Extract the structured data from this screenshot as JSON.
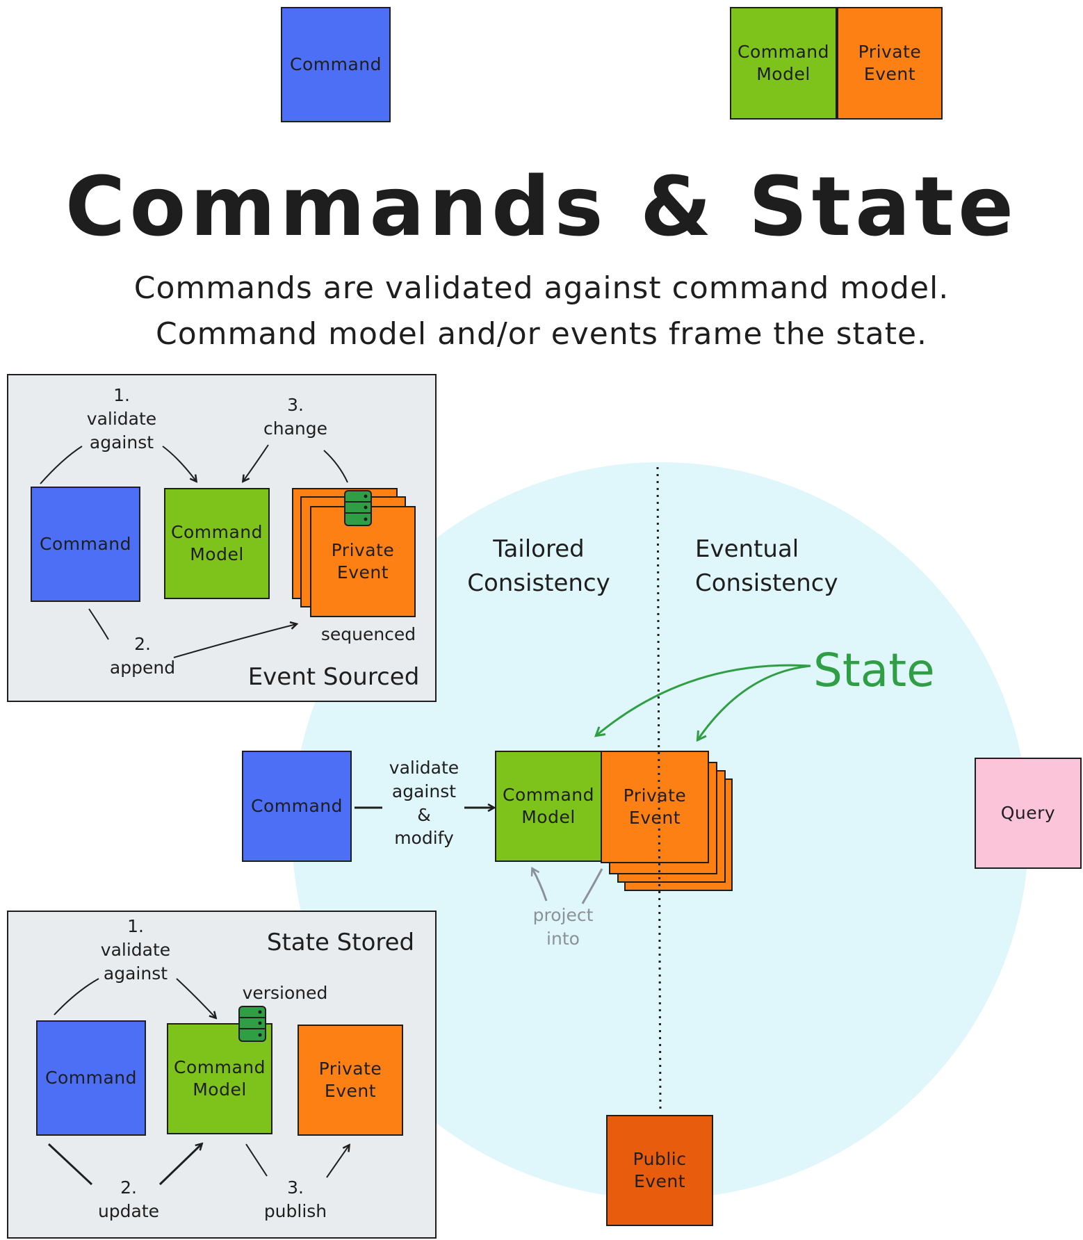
{
  "legend": {
    "command": "Command",
    "command_model": "Command\nModel",
    "private_event": "Private\nEvent"
  },
  "title": "Commands & State",
  "subtitle": "Commands are validated against command model.\nCommand model and/or events frame the state.",
  "event_sourced": {
    "heading": "Event Sourced",
    "command": "Command",
    "command_model": "Command\nModel",
    "private_event": "Private\nEvent",
    "step1": "1.\nvalidate\nagainst",
    "step2": "2.\nappend",
    "step3": "3.\nchange",
    "sequenced": "sequenced"
  },
  "state_stored": {
    "heading": "State Stored",
    "command": "Command",
    "command_model": "Command\nModel",
    "private_event": "Private\nEvent",
    "step1": "1.\nvalidate\nagainst",
    "step2": "2.\nupdate",
    "step3": "3.\npublish",
    "versioned": "versioned"
  },
  "center": {
    "tailored": "Tailored\nConsistency",
    "eventual": "Eventual\nConsistency",
    "state": "State",
    "command": "Command",
    "validate_modify": "validate\nagainst\n&\nmodify",
    "command_model": "Command\nModel",
    "private_event": "Private\nEvent",
    "project_into": "project\ninto",
    "query": "Query",
    "public_event": "Public\nEvent"
  },
  "colors": {
    "command": "#4d6ff5",
    "command_model": "#7ec31c",
    "private_event": "#fd8014",
    "query": "#fbc4d9",
    "public_event": "#e85c0d",
    "state": "#2f9e44",
    "consistency_area": "#dff6fa",
    "panel": "#e9ecef"
  },
  "icons": [
    "database-icon"
  ]
}
